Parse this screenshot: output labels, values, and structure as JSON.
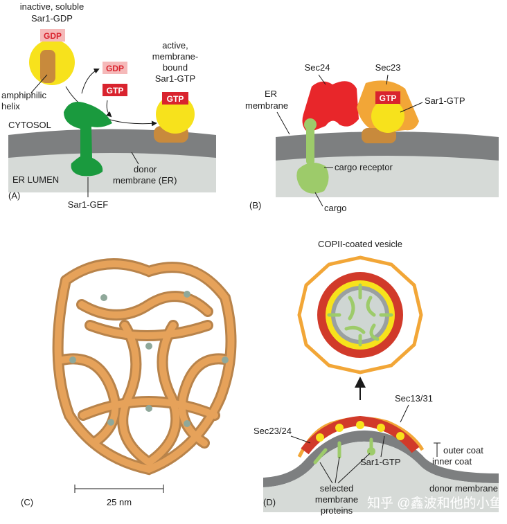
{
  "panel_a": {
    "letter": "(A)",
    "inactive_line1": "inactive, soluble",
    "inactive_line2": "Sar1-GDP",
    "gdp_tag": "GDP",
    "released_gdp": "GDP",
    "incoming_gtp": "GTP",
    "amphiphilic_line1": "amphiphilic",
    "amphiphilic_line2": "helix",
    "active_line1": "active,",
    "active_line2": "membrane-",
    "active_line3": "bound",
    "active_line4": "Sar1-GTP",
    "gtp_tag": "GTP",
    "cytosol": "CYTOSOL",
    "er_lumen": "ER LUMEN",
    "donor_line1": "donor",
    "donor_line2": "membrane (ER)",
    "gef": "Sar1-GEF"
  },
  "panel_b": {
    "letter": "(B)",
    "sec24": "Sec24",
    "sec23": "Sec23",
    "er_line1": "ER",
    "er_line2": "membrane",
    "gtp_tag": "GTP",
    "sar1gtp": "Sar1-GTP",
    "cargo_receptor": "cargo receptor",
    "cargo": "cargo"
  },
  "panel_c": {
    "letter": "(C)",
    "scale": "25 nm"
  },
  "panel_d": {
    "letter": "(D)",
    "vesicle": "COPII-coated vesicle",
    "sec1331": "Sec13/31",
    "sec2324": "Sec23/24",
    "outer_coat": "outer coat",
    "inner_coat": "inner coat",
    "sar1gtp": "Sar1-GTP",
    "donor": "donor membrane",
    "selected_line1": "selected",
    "selected_line2": "membrane",
    "selected_line3": "proteins"
  },
  "watermark": "知乎 @鑫波和他的小鱼干",
  "colors": {
    "sar1_yellow": "#f7e21c",
    "helix_brown": "#c88a3c",
    "gef_green": "#1a9a3e",
    "sec24_red": "#e8262a",
    "sec23_orange": "#f2a637",
    "cargo_green": "#9dcb6a",
    "membrane_gray": "#7d7f80",
    "lumen_gray": "#d6dad7",
    "cage_tan": "#e0a055"
  }
}
